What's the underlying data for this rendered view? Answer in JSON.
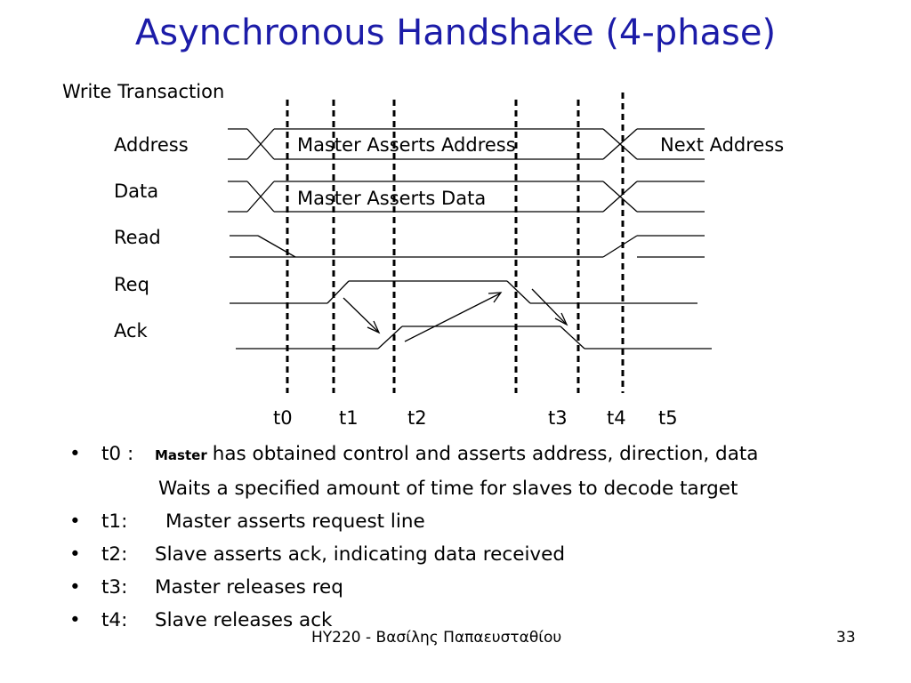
{
  "title": "Asynchronous Handshake (4-phase)",
  "diagram": {
    "subtitle": "Write Transaction",
    "signals": [
      "Address",
      "Data",
      "Read",
      "Req",
      "Ack"
    ],
    "annotations": {
      "master_asserts_address": "Master Asserts Address",
      "next_address": "Next Address",
      "master_asserts_data": "Master Asserts Data"
    },
    "time_labels": [
      "t0",
      "t1",
      "t2",
      "t3",
      "t4",
      "t5"
    ]
  },
  "bullets": [
    {
      "label": "t0 :",
      "emphasis": "Master",
      "text": "has obtained control and asserts address, direction, data"
    },
    {
      "continuation": "Waits a specified amount of time for slaves to decode target"
    },
    {
      "label": "t1:",
      "text": "Master asserts request line"
    },
    {
      "label": "t2:",
      "text": "Slave asserts ack, indicating data received"
    },
    {
      "label": "t3:",
      "text": "Master releases req"
    },
    {
      "label": "t4:",
      "text": "Slave releases ack"
    }
  ],
  "footer": {
    "center": "HY220 - Βασίλης Παπαευσταθίου",
    "page_number": "33"
  }
}
